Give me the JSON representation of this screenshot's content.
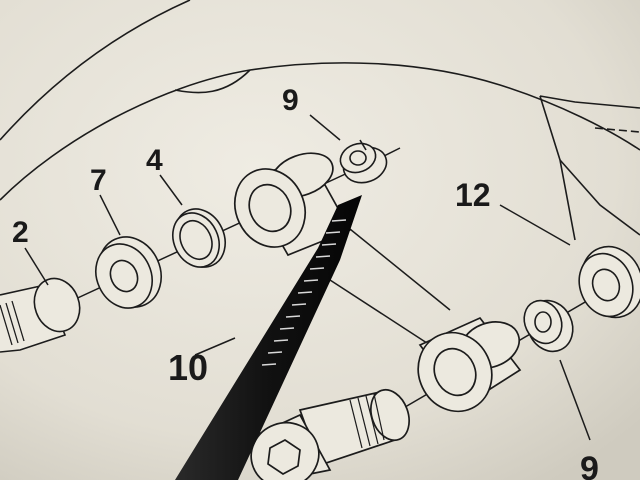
{
  "diagram": {
    "callouts": {
      "part_2": "2",
      "part_7": "7",
      "part_4": "4",
      "part_9_top": "9",
      "part_10": "10",
      "part_12": "12",
      "part_9_bottom": "9"
    }
  },
  "colors": {
    "paper": "#e9e6dc",
    "line_art": "#1c1c1c",
    "pointer": "#151515",
    "pointer_ticks": "#d8d8d8"
  }
}
